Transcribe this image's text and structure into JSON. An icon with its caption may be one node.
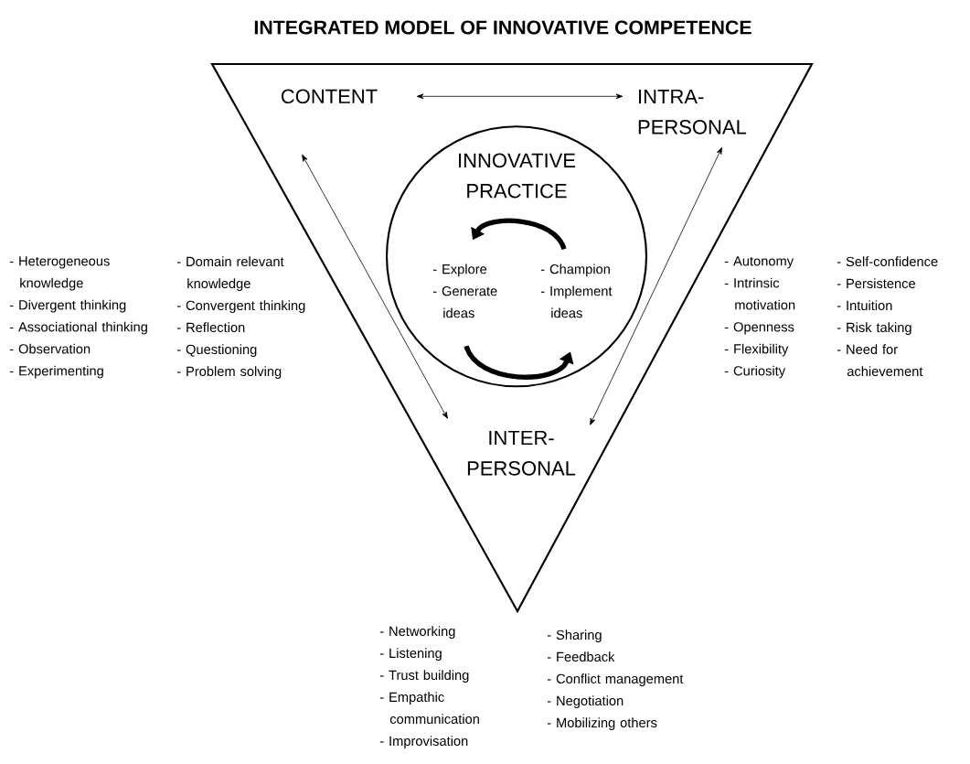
{
  "diagram": {
    "title": "INTEGRATED MODEL OF INNOVATIVE COMPETENCE",
    "nodes": [
      {
        "text": [],
        "shape": "triangle"
      },
      {
        "text": [
          "CONTENT"
        ],
        "in": 0,
        "beside": [
          "- Heterogeneous knowledge",
          "- Divergent thinking",
          "- Associational thinking",
          "- Observation",
          "- Experimenting",
          "- Domain relevant knowledge",
          "- Convergent thinking",
          "- Reflection",
          "- Questioning",
          "- Problem solving"
        ]
      },
      {
        "text": [
          "INTRA-PERSONAL"
        ],
        "in": 0,
        "beside": [
          "- Autonomy",
          "- Intrinsic motivation",
          "- Openness",
          "- Flexibility",
          "- Curiosity",
          "- Self-confidence",
          "- Persistence",
          "- Intuition",
          "- Risk taking",
          "- Need for achievement"
        ]
      },
      {
        "text": [
          "INNOVATIVE PRACTICE",
          "- Explore",
          "- Generate ideas",
          "- Champion",
          "- Implement ideas"
        ],
        "in": 0
      },
      {
        "text": [
          "INTER-PERSONAL"
        ],
        "in": 0,
        "beside": [
          "- Networking",
          "- Listening",
          "- Trust building",
          "- Empathic communication",
          "- Improvisation",
          "- Sharing",
          "- Feedback",
          "- Conflict management",
          "- Negotiation",
          "- Mobilizing others"
        ]
      }
    ],
    "edges": [
      {
        "from": 1,
        "to": 2,
        "arrow": "both"
      },
      {
        "from": 1,
        "to": 4,
        "arrow": "both"
      },
      {
        "from": 2,
        "to": 4,
        "arrow": "both"
      }
    ]
  }
}
